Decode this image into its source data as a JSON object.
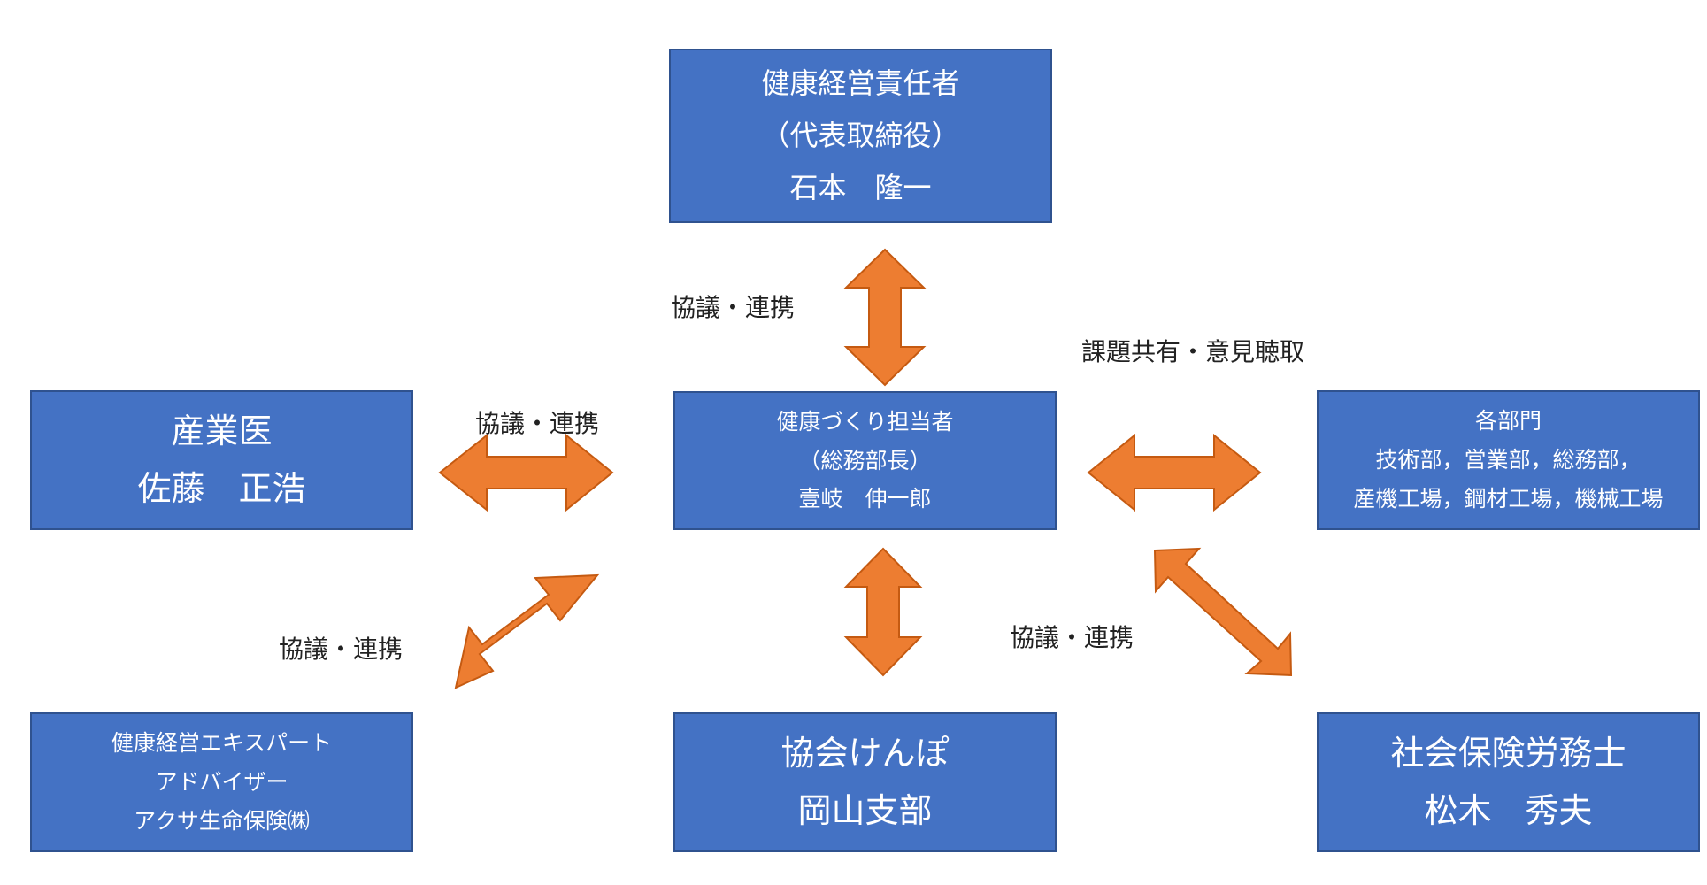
{
  "boxes": {
    "leader": {
      "lines": [
        "健康経営責任者",
        "（代表取締役）",
        "石本　隆一"
      ]
    },
    "coordinator": {
      "lines": [
        "健康づくり担当者",
        "（総務部長）",
        "壹岐　伸一郎"
      ]
    },
    "doctor": {
      "lines": [
        "産業医",
        "佐藤　正浩"
      ]
    },
    "departments": {
      "lines": [
        "各部門",
        "技術部，営業部，総務部，",
        "産機工場，鋼材工場，機械工場"
      ]
    },
    "expert": {
      "lines": [
        "健康経営エキスパート",
        "アドバイザー",
        "アクサ生命保険㈱"
      ]
    },
    "kyokai": {
      "lines": [
        "協会けんぽ",
        "岡山支部"
      ]
    },
    "labor": {
      "lines": [
        "社会保険労務士",
        "松木　秀夫"
      ]
    }
  },
  "labels": {
    "top": "協議・連携",
    "right_top": "課題共有・意見聴取",
    "left": "協議・連携",
    "lower_left": "協議・連携",
    "lower_right": "協議・連携"
  },
  "colors": {
    "box_fill": "#4472c4",
    "box_border": "#2f528f",
    "arrow_fill": "#ed7d31",
    "arrow_border": "#c55a11"
  }
}
